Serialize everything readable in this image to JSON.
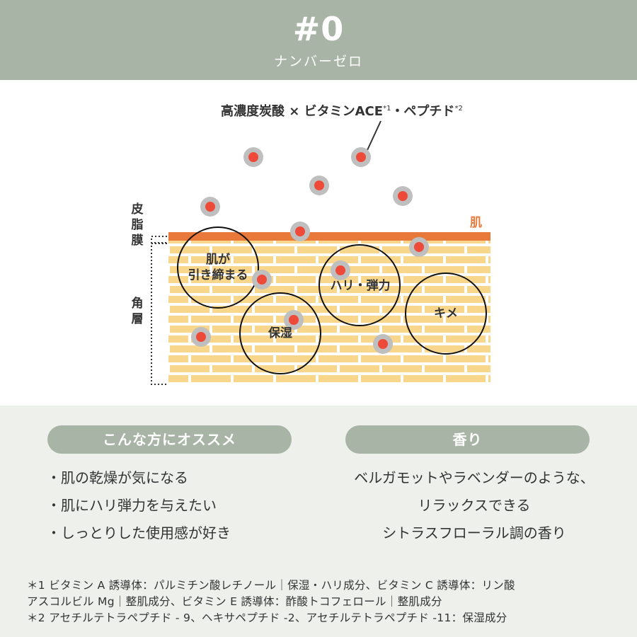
{
  "header": {
    "title": "#0",
    "subtitle": "ナンバーゼロ"
  },
  "diagram": {
    "ingredients_main": "高濃度炭酸 × ビタミンACE",
    "ingredients_sup1": "*1",
    "ingredients_mid": "・ペプチド",
    "ingredients_sup2": "*2",
    "label_sebum": "皮脂膜",
    "label_stratum": "角層",
    "label_skin": "肌",
    "circle_firm_line1": "肌が",
    "circle_firm_line2": "引き締まる",
    "circle_moist": "保湿",
    "circle_elastic": "ハリ・弾力",
    "circle_texture": "キメ",
    "colors": {
      "skin_line": "#e8793a",
      "brick": "#f8d68b",
      "mortar": "#ffffff",
      "particle": "#ee4a3a",
      "particle_ring": "#bfbfbf"
    }
  },
  "recommend": {
    "title": "こんな方にオススメ",
    "items": [
      "・肌の乾燥が気になる",
      "・肌にハリ弾力を与えたい",
      "・しっとりした使用感が好き"
    ]
  },
  "scent": {
    "title": "香り",
    "lines": [
      "ベルガモットやラベンダーのような、",
      "リラックスできる",
      "シトラスフローラル調の香り"
    ]
  },
  "notes": {
    "line1": "＊1 ビタミン A 誘導体：パルミチン酸レチノール｜保湿・ハリ成分、ビタミン C 誘導体：リン酸",
    "line2": "アスコルビル Mg｜整肌成分、ビタミン E 誘導体：酢酸トコフェロール｜整肌成分",
    "line3": "＊2 アセチルテトラペプチド - 9、ヘキサペプチド -2、アセチルテトラペプチド -11：保湿成分"
  }
}
